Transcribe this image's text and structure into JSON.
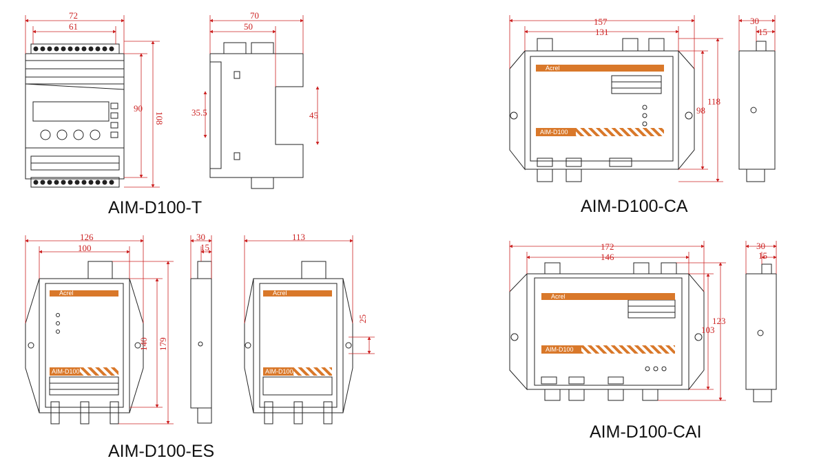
{
  "colors": {
    "dimension": "#cc2222",
    "accent": "#d9782a",
    "outline": "#222222"
  },
  "models": [
    {
      "id": "t",
      "caption": "AIM-D100-T",
      "dims": [
        "72",
        "61",
        "108",
        "90",
        "70",
        "50",
        "35.5",
        "45"
      ]
    },
    {
      "id": "ca",
      "caption": "AIM-D100-CA",
      "brand": "AIM-D100",
      "dims": [
        "157",
        "131",
        "118",
        "98",
        "30",
        "15"
      ]
    },
    {
      "id": "es",
      "caption": "AIM-D100-ES",
      "brand": "AIM-D100",
      "dims": [
        "126",
        "100",
        "140",
        "179",
        "30",
        "15",
        "113",
        "25"
      ]
    },
    {
      "id": "cai",
      "caption": "AIM-D100-CAI",
      "brand": "AIM-D100",
      "dims": [
        "172",
        "146",
        "123",
        "103",
        "30",
        "15"
      ]
    }
  ],
  "labels": {
    "acrel": "Acrel"
  }
}
